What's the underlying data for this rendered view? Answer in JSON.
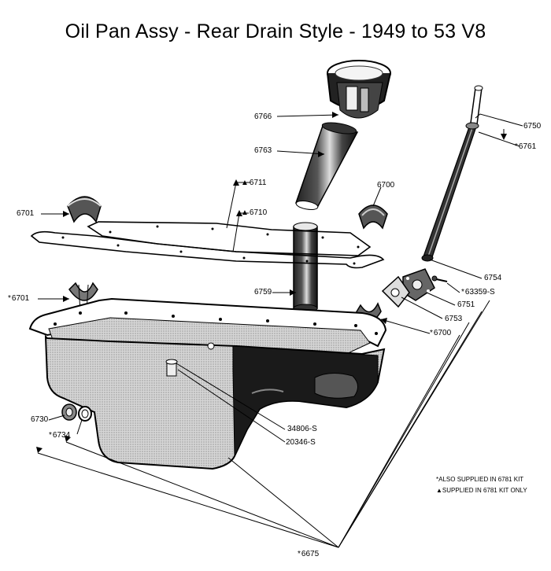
{
  "title": "Oil Pan Assy - Rear Drain Style - 1949 to 53 V8",
  "parts": {
    "p6766": {
      "mark": "",
      "number": "6766"
    },
    "p6763": {
      "mark": "",
      "number": "6763"
    },
    "p6711": {
      "mark": "▲",
      "number": "6711"
    },
    "p6710": {
      "mark": "▲",
      "number": "6710"
    },
    "p6701_top": {
      "mark": "",
      "number": "6701"
    },
    "p6700_top": {
      "mark": "",
      "number": "6700"
    },
    "p6750": {
      "mark": "",
      "number": "6750"
    },
    "p6761": {
      "mark": "*",
      "number": "6761"
    },
    "p6754": {
      "mark": "",
      "number": "6754"
    },
    "p6759": {
      "mark": "",
      "number": "6759"
    },
    "p6701_bottom": {
      "mark": "*",
      "number": "6701"
    },
    "p63359S": {
      "mark": "*",
      "number": "63359-S"
    },
    "p6751": {
      "mark": "",
      "number": "6751"
    },
    "p6753": {
      "mark": "",
      "number": "6753"
    },
    "p6700_bottom": {
      "mark": "*",
      "number": "6700"
    },
    "p34806S": {
      "mark": "",
      "number": "34806-S"
    },
    "p20346S": {
      "mark": "",
      "number": "20346-S"
    },
    "p6730": {
      "mark": "",
      "number": "6730"
    },
    "p6734": {
      "mark": "*",
      "number": "6734"
    },
    "p6675": {
      "mark": "*",
      "number": "6675"
    }
  },
  "legend": {
    "line1_mark": "*",
    "line1_text": "ALSO SUPPLIED IN 6781 KIT",
    "line2_mark": "▲",
    "line2_text": "SUPPLIED IN 6781 KIT ONLY"
  }
}
